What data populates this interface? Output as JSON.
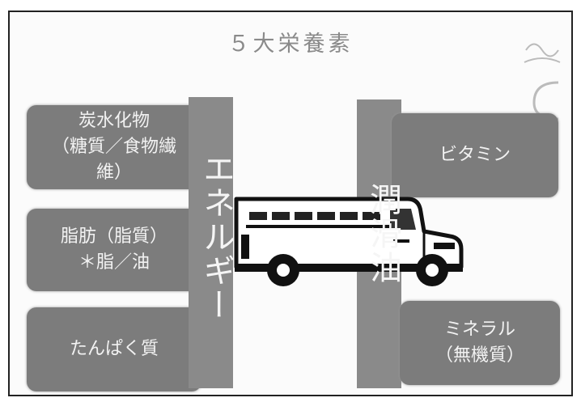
{
  "title": "５大栄養素",
  "left_boxes": [
    {
      "line1": "炭水化物",
      "line2": "（糖質／食物繊",
      "line3": "維）"
    },
    {
      "line1": "脂肪（脂質）",
      "line2": "＊脂／油"
    },
    {
      "line1": "たんぱく質"
    }
  ],
  "left_band_label": "エネルギー",
  "right_band_label": "潤滑油",
  "right_boxes": [
    {
      "line1": "ビタミン"
    },
    {
      "line1": "ミネラル",
      "line2": "（無機質）"
    }
  ],
  "colors": {
    "box": "#7c7c7c",
    "band": "#8a8a8a",
    "title": "#8a8a8a"
  },
  "illustration": "school-bus"
}
